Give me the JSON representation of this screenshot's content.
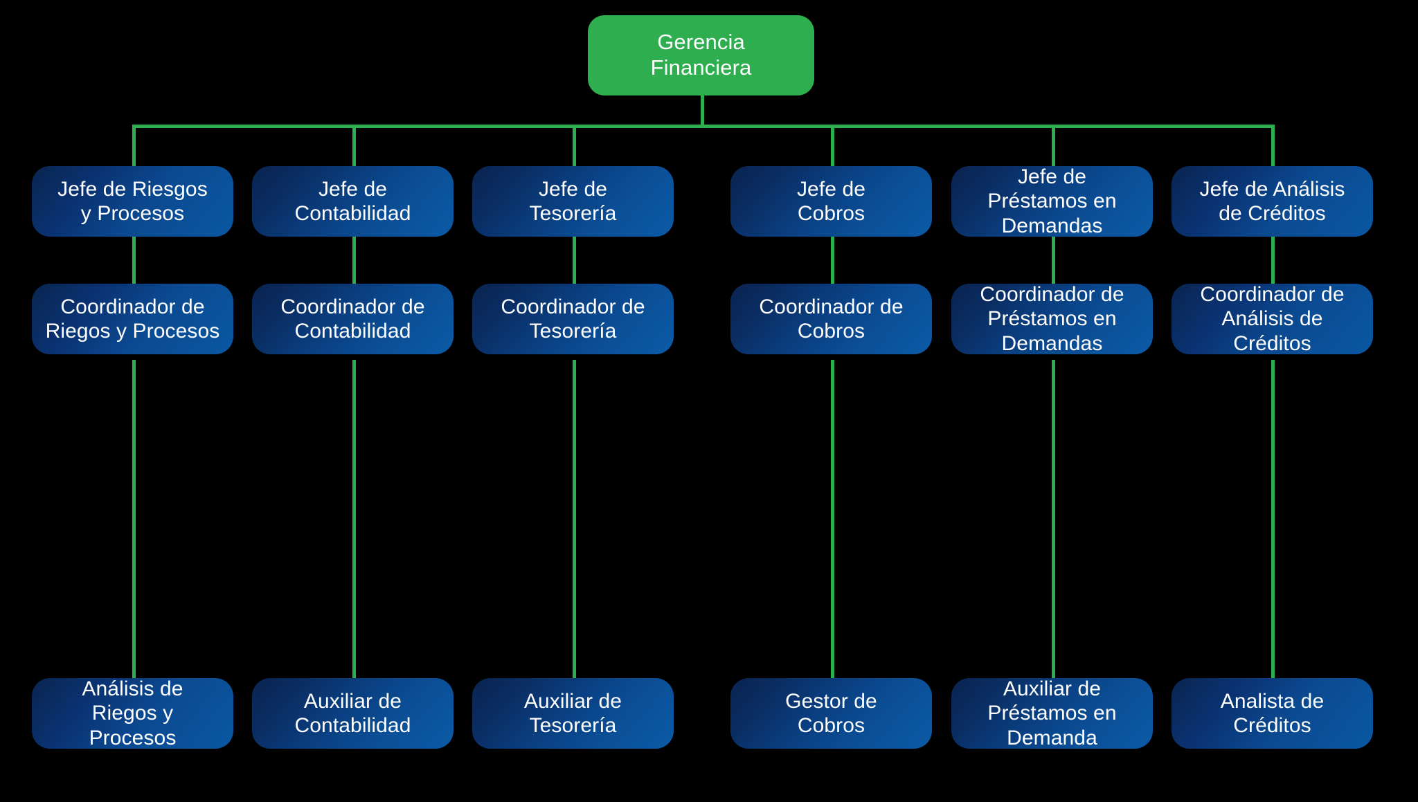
{
  "diagram": {
    "title": "Organigrama Gerencia Financiera",
    "type": "org-chart",
    "background_color": "#000000",
    "connector_color": "#2FAE4F",
    "root_color": "#2FAE4F",
    "node_gradient_from": "#09234F",
    "node_gradient_to": "#0B5AA6",
    "text_color": "#FFFFFF"
  },
  "root": {
    "id": "gerencia-financiera",
    "label": "Gerencia\nFinanciera"
  },
  "columns": [
    {
      "id": "riesgos-procesos",
      "jefe": {
        "id": "jefe-riesgos-procesos",
        "label": "Jefe de Riesgos\ny Procesos"
      },
      "coordinador": {
        "id": "coordinador-riegos-procesos",
        "label": "Coordinador de\nRiegos y Procesos"
      },
      "operativo": {
        "id": "analisis-riegos-procesos",
        "label": "Análisis de\nRiegos y\nProcesos"
      }
    },
    {
      "id": "contabilidad",
      "jefe": {
        "id": "jefe-contabilidad",
        "label": "Jefe de\nContabilidad"
      },
      "coordinador": {
        "id": "coordinador-contabilidad",
        "label": "Coordinador de\nContabilidad"
      },
      "operativo": {
        "id": "auxiliar-contabilidad",
        "label": "Auxiliar de\nContabilidad"
      }
    },
    {
      "id": "tesoreria",
      "jefe": {
        "id": "jefe-tesoreria",
        "label": "Jefe de\nTesorería"
      },
      "coordinador": {
        "id": "coordinador-tesoreria",
        "label": "Coordinador de\nTesorería"
      },
      "operativo": {
        "id": "auxiliar-tesoreria",
        "label": "Auxiliar de\nTesorería"
      }
    },
    {
      "id": "cobros",
      "jefe": {
        "id": "jefe-cobros",
        "label": "Jefe de\nCobros"
      },
      "coordinador": {
        "id": "coordinador-cobros",
        "label": "Coordinador de\nCobros"
      },
      "operativo": {
        "id": "gestor-cobros",
        "label": "Gestor de\nCobros"
      }
    },
    {
      "id": "prestamos-demandas",
      "jefe": {
        "id": "jefe-prestamos-demandas",
        "label": "Jefe de\nPréstamos en\nDemandas"
      },
      "coordinador": {
        "id": "coordinador-prestamos-demandas",
        "label": "Coordinador de\nPréstamos en\nDemandas"
      },
      "operativo": {
        "id": "auxiliar-prestamos-demanda",
        "label": "Auxiliar de\nPréstamos en\nDemanda"
      }
    },
    {
      "id": "analisis-creditos",
      "jefe": {
        "id": "jefe-analisis-creditos",
        "label": "Jefe de Análisis\nde Créditos"
      },
      "coordinador": {
        "id": "coordinador-analisis-creditos",
        "label": "Coordinador de\nAnálisis de\nCréditos"
      },
      "operativo": {
        "id": "analista-creditos",
        "label": "Analista de\nCréditos"
      }
    }
  ]
}
